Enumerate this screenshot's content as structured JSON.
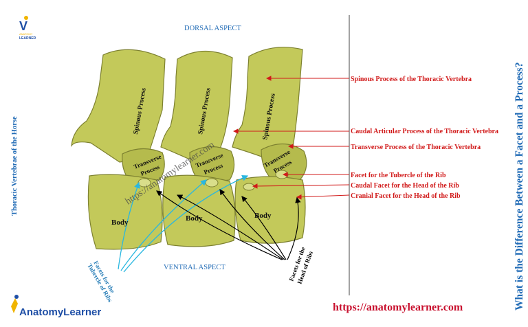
{
  "logo_small": {
    "mark": "V",
    "line1": "ANATOMY",
    "line2": "LEARNER"
  },
  "aspects": {
    "dorsal": "DORSAL ASPECT",
    "ventral": "VENTRAL  ASPECT"
  },
  "left_title": "Thoracic Vertebrae of the Horse",
  "right_title": "What is the Difference Between a Facet and a Process?",
  "watermark": "https://anatomylearner.com",
  "website": "https://anatomylearner.com",
  "brand_logo": {
    "text": "AnatomyLearner"
  },
  "bone_labels": {
    "spinous": [
      "Spinous Process",
      "Spinous Process",
      "Spinous Process"
    ],
    "transverse_line1": [
      "Transverse",
      "Transverse",
      "Transverse"
    ],
    "transverse_line2": [
      "Process",
      "Process",
      "Process"
    ],
    "body": [
      "Body",
      "Body",
      "Body"
    ]
  },
  "callouts": [
    "Spinous Process of the Thoracic Vertebra",
    "Caudal Articular Process of the Thoracic Vertebra",
    "Transverse Process of the Thoracic Vertebra",
    "Facet for the Tubercle of the Rib",
    "Caudal Facet for  the Head of the Rib",
    "Cranial Facet for  the Head of the Rib"
  ],
  "facet_groups": {
    "tubercle": {
      "line1": "Facets for the",
      "line2": "Tubercle of Ribs"
    },
    "head": {
      "line1": "Facets for the",
      "line2": "Head of Ribs"
    }
  },
  "colors": {
    "bone": "#c3c95a",
    "bone_dark": "#8f9436",
    "callout_red": "#d11a1a",
    "title_blue": "#1f6ab5",
    "arrow_cyan": "#2ab7e0",
    "arrow_black": "#000000"
  }
}
